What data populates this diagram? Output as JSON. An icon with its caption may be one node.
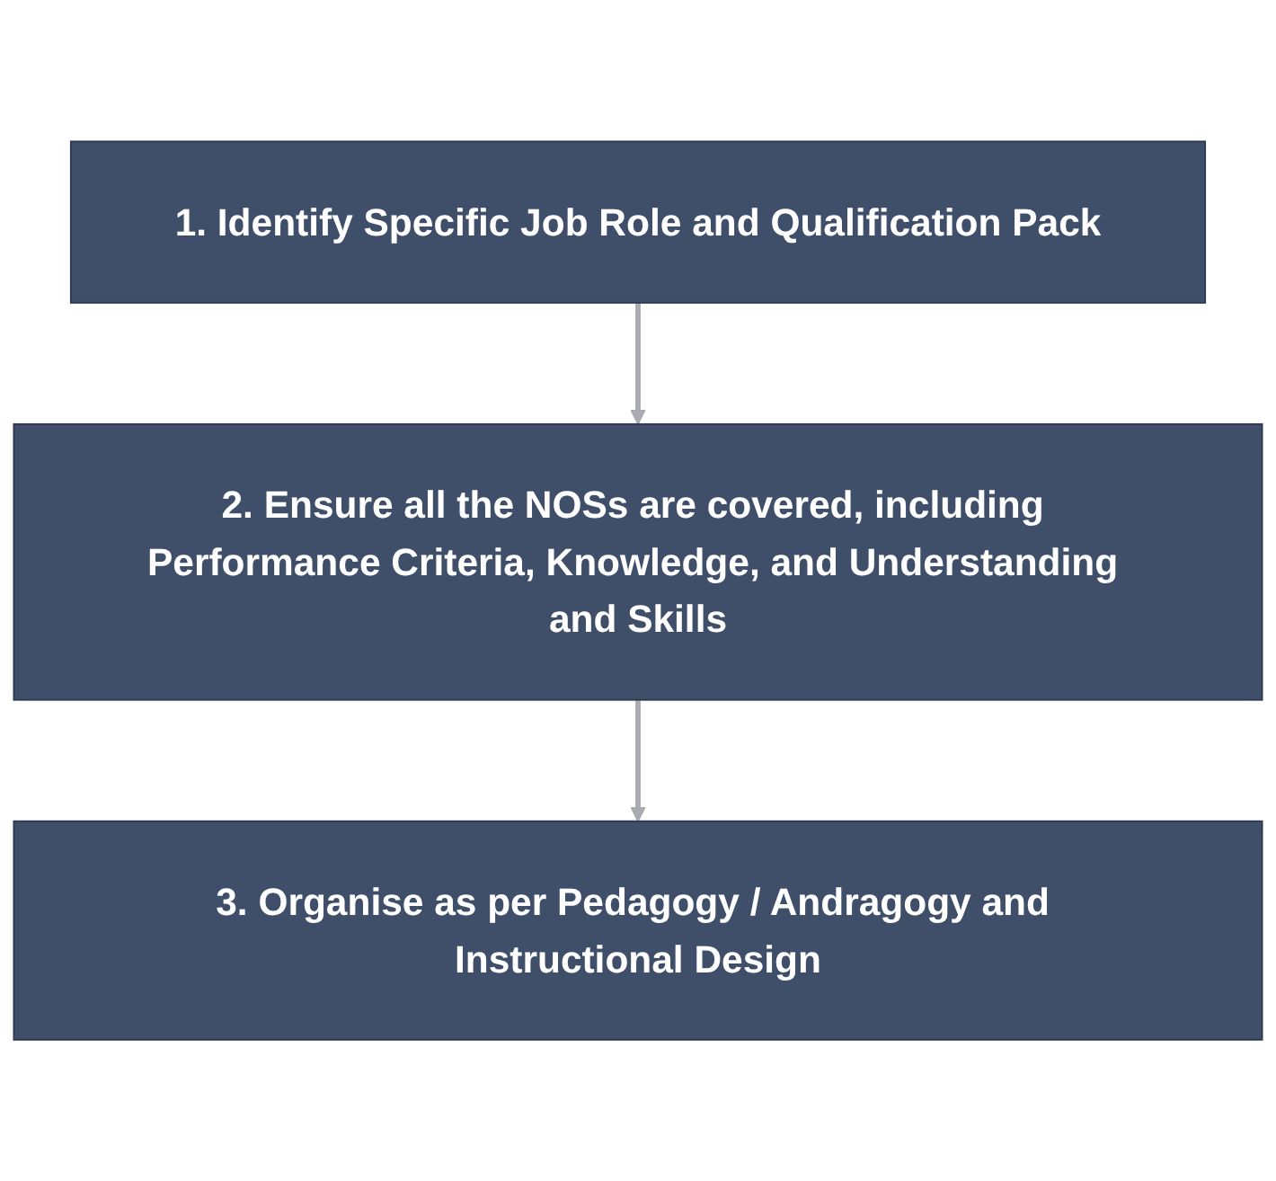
{
  "diagram": {
    "nodes": [
      {
        "text": [
          "1. Identify Specific Job Role and Qualification Pack"
        ]
      },
      {
        "text": [
          "2. Ensure all the NOSs are covered, including Performance Criteria, Knowledge, and Understanding and Skills"
        ]
      },
      {
        "text": [
          "3. Organise as per Pedagogy / Andragogy and Instructional Design"
        ]
      }
    ],
    "edges": [
      {
        "from": 0,
        "to": 1,
        "arrow": "to"
      },
      {
        "from": 1,
        "to": 2,
        "arrow": "to"
      }
    ]
  }
}
